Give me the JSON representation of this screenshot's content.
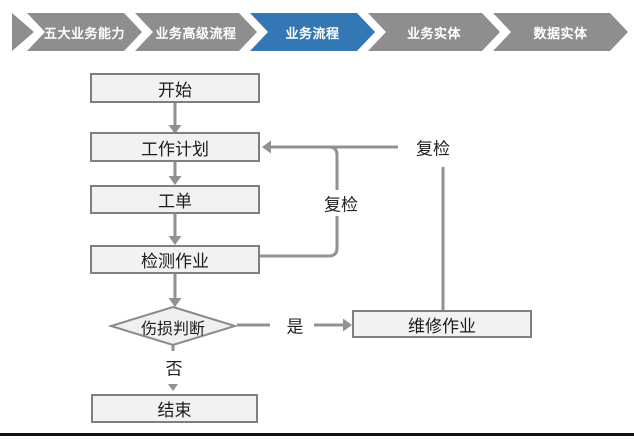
{
  "breadcrumb": {
    "items": [
      {
        "label": "五大业务能力",
        "active": false
      },
      {
        "label": "业务高级流程",
        "active": false
      },
      {
        "label": "业务流程",
        "active": true
      },
      {
        "label": "业务实体",
        "active": false
      },
      {
        "label": "数据实体",
        "active": false
      }
    ],
    "active_color": "#3378b4",
    "inactive_color": "#8e8e8e"
  },
  "flowchart": {
    "nodes": {
      "start": "开始",
      "work_plan": "工作计划",
      "work_order": "工单",
      "inspection_job": "检测作业",
      "damage_decision": "伤损判断",
      "repair_job": "维修作业",
      "end": "结束"
    },
    "edge_labels": {
      "yes": "是",
      "no": "否",
      "recheck_inner": "复检",
      "recheck_outer": "复检"
    },
    "colors": {
      "node_fill": "#f2f2f2",
      "node_border": "#7f7f7f",
      "connector": "#919191"
    }
  }
}
